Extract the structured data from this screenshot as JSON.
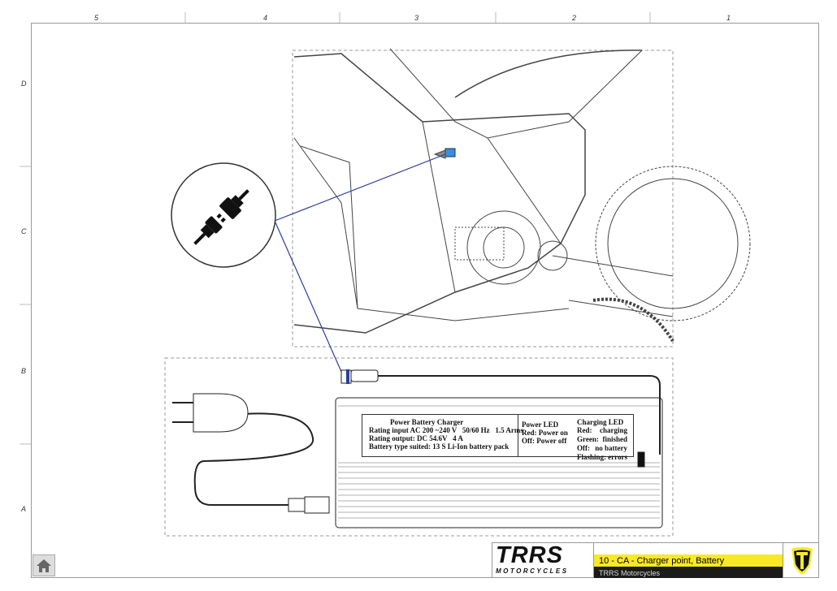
{
  "ruler": {
    "columns": [
      "5",
      "4",
      "3",
      "2",
      "1"
    ],
    "rows": [
      "D",
      "C",
      "B",
      "A"
    ]
  },
  "charger_label": {
    "title": "Power Battery Charger",
    "lines": [
      "Rating input AC 200 ~240 V   50/60 Hz   1.5 Arms",
      "Rating output: DC 54.6V   4 A",
      "Battery type suited: 13 S Li-Ion battery pack"
    ],
    "power_led": {
      "title": "Power LED",
      "lines": [
        "Red: Power on",
        "Off: Power off"
      ]
    },
    "charging_led": {
      "title": "Charging LED",
      "rows": [
        [
          "Red:",
          "charging"
        ],
        [
          "Green:",
          "finished"
        ],
        [
          "Off:",
          "no battery"
        ],
        [
          "Flashing:",
          "errors"
        ]
      ]
    }
  },
  "title_block": {
    "logo": "TRRS",
    "logo_sub": "MOTORCYCLES",
    "title": "10 - CA - Charger point, Battery",
    "company": "TRRS Motorcycles"
  },
  "colors": {
    "accent": "#f7e928",
    "leader": "#2a3f9a",
    "connector": "#3a8ee0"
  }
}
